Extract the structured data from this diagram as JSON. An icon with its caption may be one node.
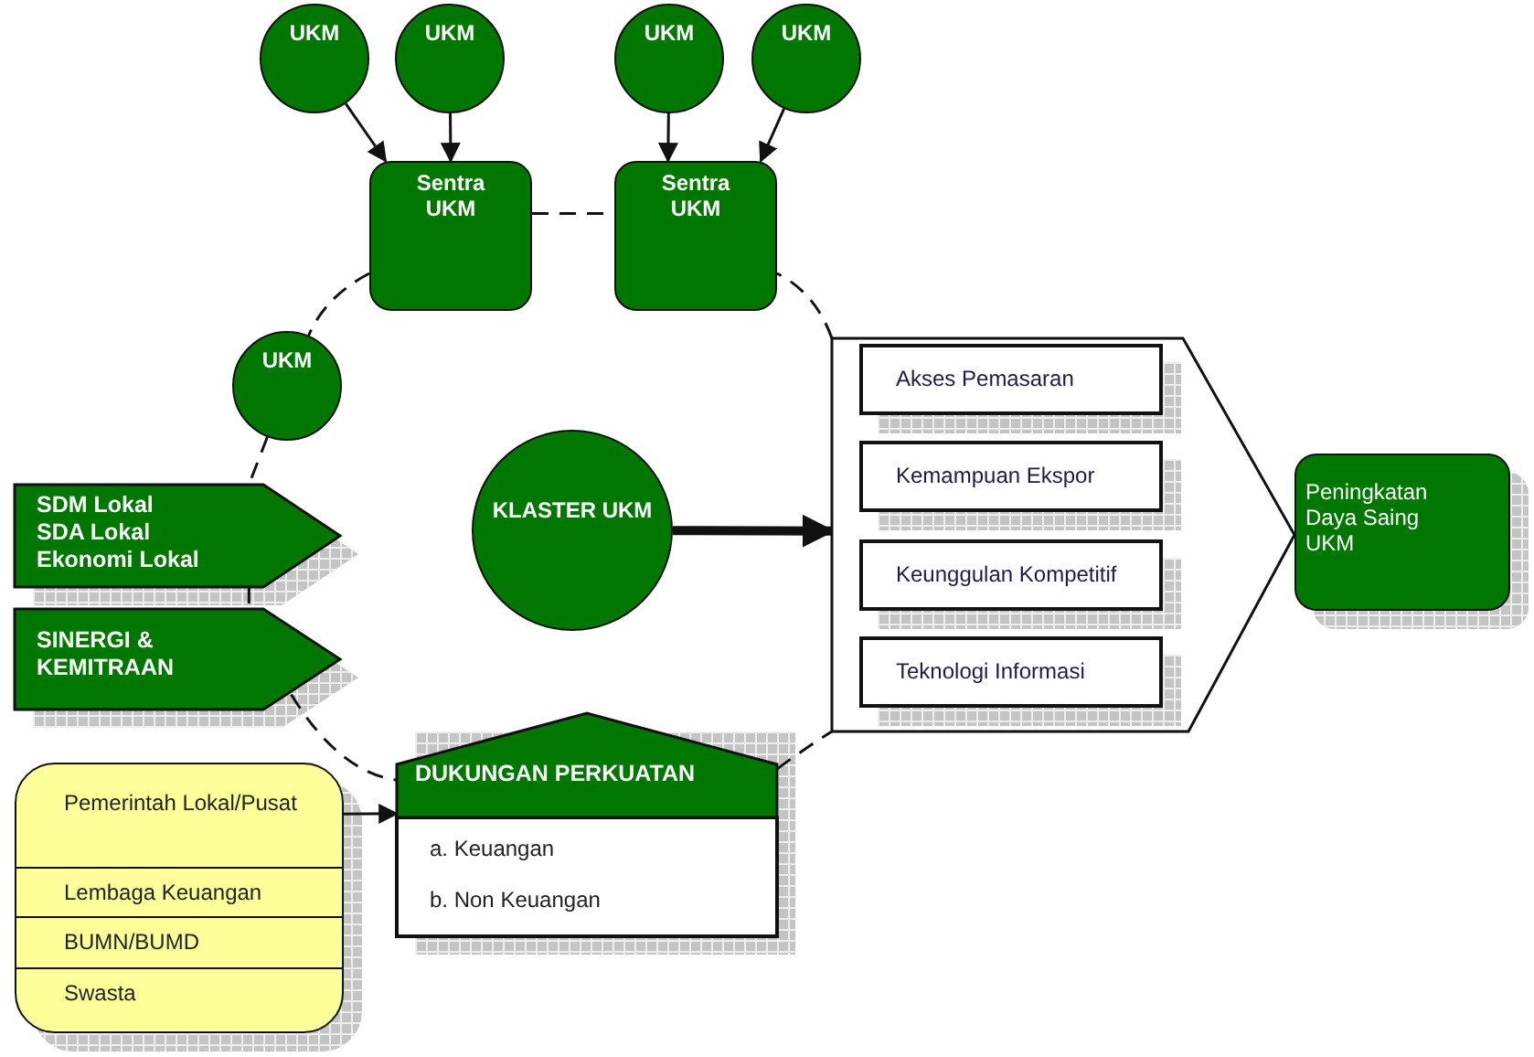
{
  "diagram": {
    "nodes": [
      {
        "text": [
          "UKM"
        ]
      },
      {
        "text": [
          "UKM"
        ]
      },
      {
        "text": [
          "UKM"
        ]
      },
      {
        "text": [
          "UKM"
        ]
      },
      {
        "text": [
          "Sentra UKM"
        ]
      },
      {
        "text": [
          "Sentra UKM"
        ]
      },
      {
        "text": [
          "UKM"
        ]
      },
      {
        "text": [
          "SDM Lokal",
          "SDA Lokal",
          "Ekonomi Lokal"
        ]
      },
      {
        "text": [
          "SINERGI & KEMITRAAN"
        ]
      },
      {
        "text": [
          "KLASTER UKM"
        ]
      },
      {
        "text": [],
        "shape": "box"
      },
      {
        "text": [
          "Akses Pemasaran"
        ],
        "in": 10
      },
      {
        "text": [
          "Kemampuan Ekspor"
        ],
        "in": 10
      },
      {
        "text": [
          "Keunggulan Kompetitif"
        ],
        "in": 10
      },
      {
        "text": [
          "Teknologi Informasi"
        ],
        "in": 10
      },
      {
        "text": [
          "Peningkatan Daya Saing UKM"
        ]
      },
      {
        "text": [
          "DUKUNGAN PERKUATAN",
          "a. Keuangan",
          "b. Non Keuangan"
        ]
      },
      {
        "text": [
          "Pemerintah Lokal/Pusat",
          "Lembaga Keuangan",
          "BUMN/BUMD",
          "Swasta"
        ]
      }
    ],
    "edges": [
      {
        "from": 0,
        "to": 4,
        "arrow": "to"
      },
      {
        "from": 1,
        "to": 4,
        "arrow": "to"
      },
      {
        "from": 2,
        "to": 5,
        "arrow": "to"
      },
      {
        "from": 3,
        "to": 5,
        "arrow": "to"
      },
      {
        "from": 4,
        "to": 5,
        "arrow": "none",
        "style": "dashed"
      },
      {
        "from": 4,
        "to": 6,
        "arrow": "none",
        "style": "dashed"
      },
      {
        "from": 6,
        "to": 7,
        "arrow": "none",
        "style": "dashed"
      },
      {
        "from": 7,
        "to": 8,
        "arrow": "none",
        "style": "dashed"
      },
      {
        "from": 8,
        "to": 16,
        "arrow": "none",
        "style": "dashed"
      },
      {
        "from": 16,
        "to": 10,
        "arrow": "none",
        "style": "dashed"
      },
      {
        "from": 10,
        "to": 5,
        "arrow": "none",
        "style": "dashed"
      },
      {
        "from": 9,
        "to": 10,
        "arrow": "to",
        "style": "thick"
      },
      {
        "from": 17,
        "to": 16,
        "arrow": "to"
      }
    ]
  }
}
